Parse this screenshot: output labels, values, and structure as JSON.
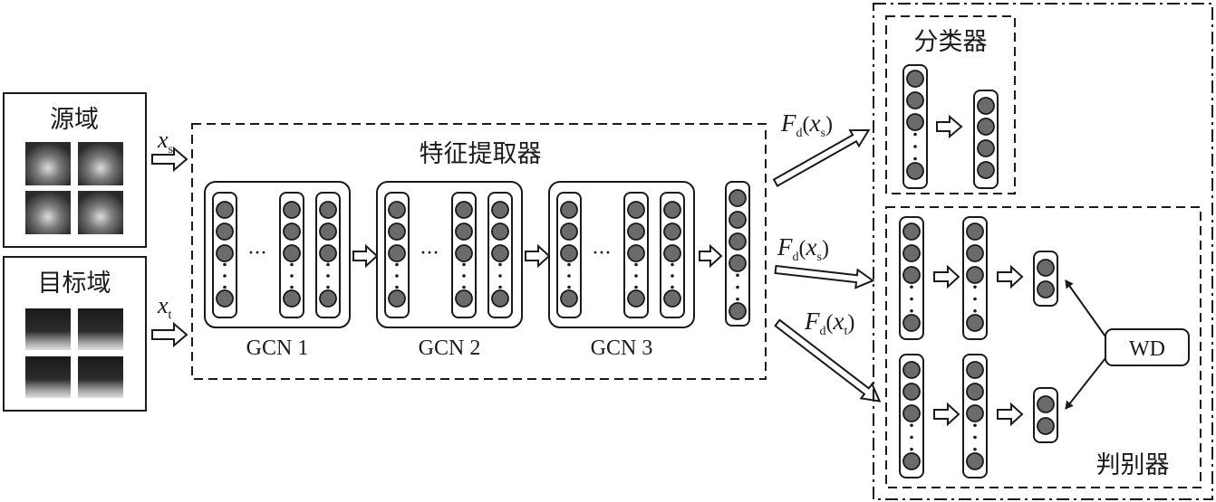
{
  "domains": {
    "source": {
      "label": "源域",
      "input_var": "x",
      "input_sub": "s"
    },
    "target": {
      "label": "目标域",
      "input_var": "x",
      "input_sub": "t"
    }
  },
  "feature_extractor": {
    "label": "特征提取器",
    "blocks": [
      "GCN 1",
      "GCN 2",
      "GCN 3"
    ],
    "ellipsis": "···"
  },
  "flows": {
    "to_classifier": {
      "fn": "F",
      "fn_sub": "d",
      "open": "(",
      "var": "x",
      "var_sub": "s",
      "close": ")"
    },
    "to_disc_source": {
      "fn": "F",
      "fn_sub": "d",
      "open": "(",
      "var": "x",
      "var_sub": "s",
      "close": ")"
    },
    "to_disc_target": {
      "fn": "F",
      "fn_sub": "d",
      "open": "(",
      "var": "x",
      "var_sub": "t",
      "close": ")"
    }
  },
  "classifier": {
    "label": "分类器"
  },
  "discriminator": {
    "label": "判别器",
    "wd_label": "WD"
  },
  "colors": {
    "line": "#1a1a1a",
    "node_fill": "#6b6b6b",
    "box_fill": "#ffffff"
  }
}
